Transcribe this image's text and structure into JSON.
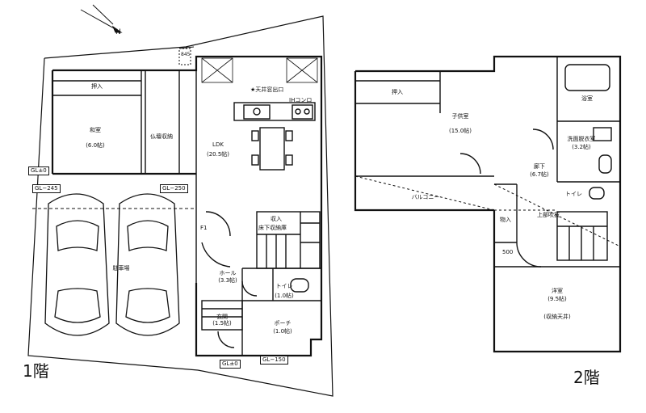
{
  "compass": {
    "north": "N"
  },
  "floors": {
    "first": "1階",
    "second": "2階"
  },
  "rooms_1f": {
    "washitsu": {
      "name": "和室",
      "area": "(6.0帖)"
    },
    "oshiire": "押入",
    "butsudan": "仏壇収納",
    "ldk": {
      "name": "LDK",
      "area": "(20.5帖)"
    },
    "kitchen_window": "★天井窓出口",
    "ih": "IHコンロ",
    "storage": "収入",
    "under_stairs": "床下収納庫",
    "parking": "駐車場",
    "hall": {
      "name": "ホール",
      "area": "(3.3帖)"
    },
    "toilet": {
      "name": "トイレ",
      "area": "(1.0帖)"
    },
    "genkan": {
      "name": "玄関",
      "area": "(1.5帖)"
    },
    "porch": {
      "name": "ポーチ",
      "area": "(1.0帖)"
    },
    "fl1": "F1"
  },
  "levels_1f": {
    "gl0_left": "GL±0",
    "gl_245": "GL−245",
    "gl_250": "GL−250",
    "gl0_entry": "GL±0",
    "gl_150": "GL−150",
    "dim_845": "845"
  },
  "rooms_2f": {
    "oshiire": "押入",
    "kodomo": {
      "name": "子供室",
      "area": "(15.0帖)"
    },
    "balcony": "バルコニー",
    "bath": "浴室",
    "wash": {
      "name": "洗面脱衣室",
      "area": "(3.2帖)"
    },
    "corridor": {
      "name": "廊下",
      "area": "(6.7帖)"
    },
    "toilet": "トイレ",
    "storage": "物入",
    "upper": "上部吹抜",
    "yoshitsu": {
      "name": "洋室",
      "area": "(9.5帖)"
    },
    "closet": "(収納天井)",
    "dim_500": "500"
  }
}
